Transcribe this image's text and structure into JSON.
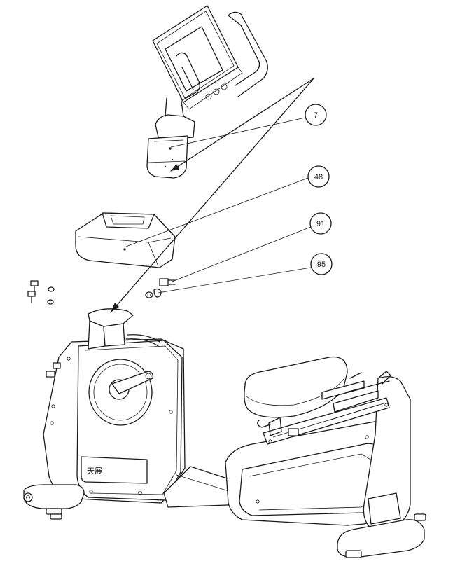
{
  "callouts": [
    {
      "id": "7"
    },
    {
      "id": "48"
    },
    {
      "id": "91"
    },
    {
      "id": "95"
    }
  ],
  "brand_label": "天展"
}
